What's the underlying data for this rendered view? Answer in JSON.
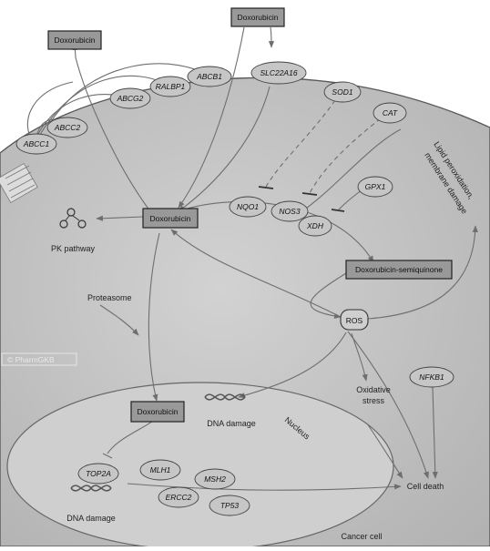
{
  "drugs": {
    "top_center": "Doxorubicin",
    "top_left": "Doxorubicin",
    "center": "Doxorubicin",
    "nucleus": "Doxorubicin",
    "semiquinone": "Doxorubicin-semiquinone"
  },
  "transporters": {
    "abcb1": "ABCB1",
    "ralbp1": "RALBP1",
    "abcg2": "ABCG2",
    "abcc2": "ABCC2",
    "abcc1": "ABCC1",
    "slc22a16": "SLC22A16"
  },
  "enzymes": {
    "sod1": "SOD1",
    "cat": "CAT",
    "gpx1": "GPX1",
    "nqo1": "NQO1",
    "nos3": "NOS3",
    "xdh": "XDH"
  },
  "labels": {
    "pk_pathway": "PK pathway",
    "proteasome": "Proteasome",
    "ros": "ROS",
    "nfkb1": "NFKB1",
    "oxidative_stress_1": "Oxidative",
    "oxidative_stress_2": "stress",
    "cell_death": "Cell death",
    "dna_damage_cyto": "DNA damage",
    "dna_damage_nucleus": "DNA damage",
    "nucleus": "Nucleus",
    "lipid_1": "Lipid peroxidation,",
    "lipid_2": "membrane damage",
    "cancer_cell": "Cancer cell",
    "watermark": "© PharmGKB"
  },
  "nuclear_genes": {
    "top2a": "TOP2A",
    "mlh1": "MLH1",
    "msh2": "MSH2",
    "ercc2": "ERCC2",
    "tp53": "TP53"
  },
  "colors": {
    "cell_fill": "#bcbcbc",
    "nucleus_fill": "#cfcfcf",
    "box_fill": "#999999",
    "oval_fill": "#c6c6c6",
    "line": "#6e6e6e"
  }
}
